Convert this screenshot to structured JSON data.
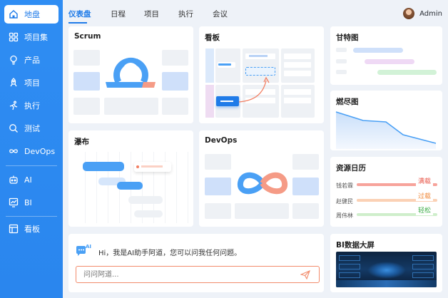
{
  "sidebar": {
    "items": [
      {
        "label": "地盘",
        "icon": "home-icon"
      },
      {
        "label": "项目集",
        "icon": "grid-icon"
      },
      {
        "label": "产品",
        "icon": "bulb-icon"
      },
      {
        "label": "项目",
        "icon": "rocket-icon"
      },
      {
        "label": "执行",
        "icon": "run-icon"
      },
      {
        "label": "测试",
        "icon": "search-icon"
      },
      {
        "label": "DevOps",
        "icon": "infinity-icon"
      },
      {
        "label": "AI",
        "icon": "robot-icon"
      },
      {
        "label": "BI",
        "icon": "chart-icon"
      },
      {
        "label": "看板",
        "icon": "board-icon"
      }
    ]
  },
  "tabs": [
    "仪表盘",
    "日程",
    "项目",
    "执行",
    "会议"
  ],
  "user": {
    "name": "Admin"
  },
  "cards": {
    "scrum": "Scrum",
    "kanban": "看板",
    "gantt": "甘特图",
    "burndown": "燃尽图",
    "waterfall": "瀑布",
    "devops": "DevOps",
    "resource": "资源日历",
    "bi": "BI数据大屏"
  },
  "resource": {
    "rows": [
      {
        "name": "钱若霖",
        "tag": "满载",
        "color": "#f7a39b",
        "tag_color": "#e8574a"
      },
      {
        "name": "赵健民",
        "tag": "过载",
        "color": "#fbd1b5",
        "tag_color": "#f08a3c"
      },
      {
        "name": "周伟林",
        "tag": "轻松",
        "color": "#cfeecb",
        "tag_color": "#3fae4a"
      }
    ]
  },
  "ai": {
    "icon_label": "AI",
    "greeting": "Hi，我是AI助手阿道，您可以问我任何问题。",
    "placeholder": "问问阿道..."
  },
  "colors": {
    "primary": "#2d8cf0",
    "accent": "#f28b6b"
  }
}
